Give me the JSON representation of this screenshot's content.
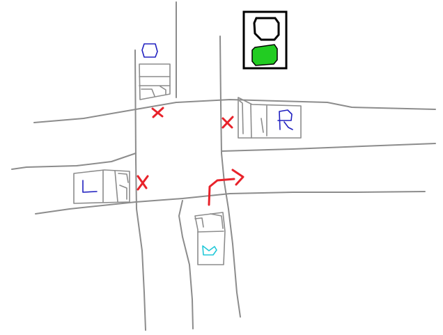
{
  "colors": {
    "road": "#8c8c8c",
    "blocked_marker": "#e8222a",
    "turn_arrow": "#e8222a",
    "car_A_letter": "#2020c0",
    "car_B_letter": "#2020c0",
    "car_C_letter": "#2020c0",
    "car_D_letter": "#20c8d8",
    "signal_housing": "#000000",
    "signal_on": "#22cc22"
  },
  "traffic_light": {
    "top_lamp": "off",
    "bottom_lamp": "green"
  },
  "vehicles": [
    {
      "id": "north-car",
      "icon": "letter-q-like-glyph"
    },
    {
      "id": "east-car",
      "icon": "letter-r-like-glyph"
    },
    {
      "id": "west-car",
      "icon": "letter-l-like-glyph"
    },
    {
      "id": "south-car",
      "icon": "cyan-squiggle-glyph"
    }
  ],
  "markers": {
    "blocked_count": 3,
    "blocked_icon": "x-mark-icon",
    "turn_icon": "right-turn-arrow-icon"
  }
}
